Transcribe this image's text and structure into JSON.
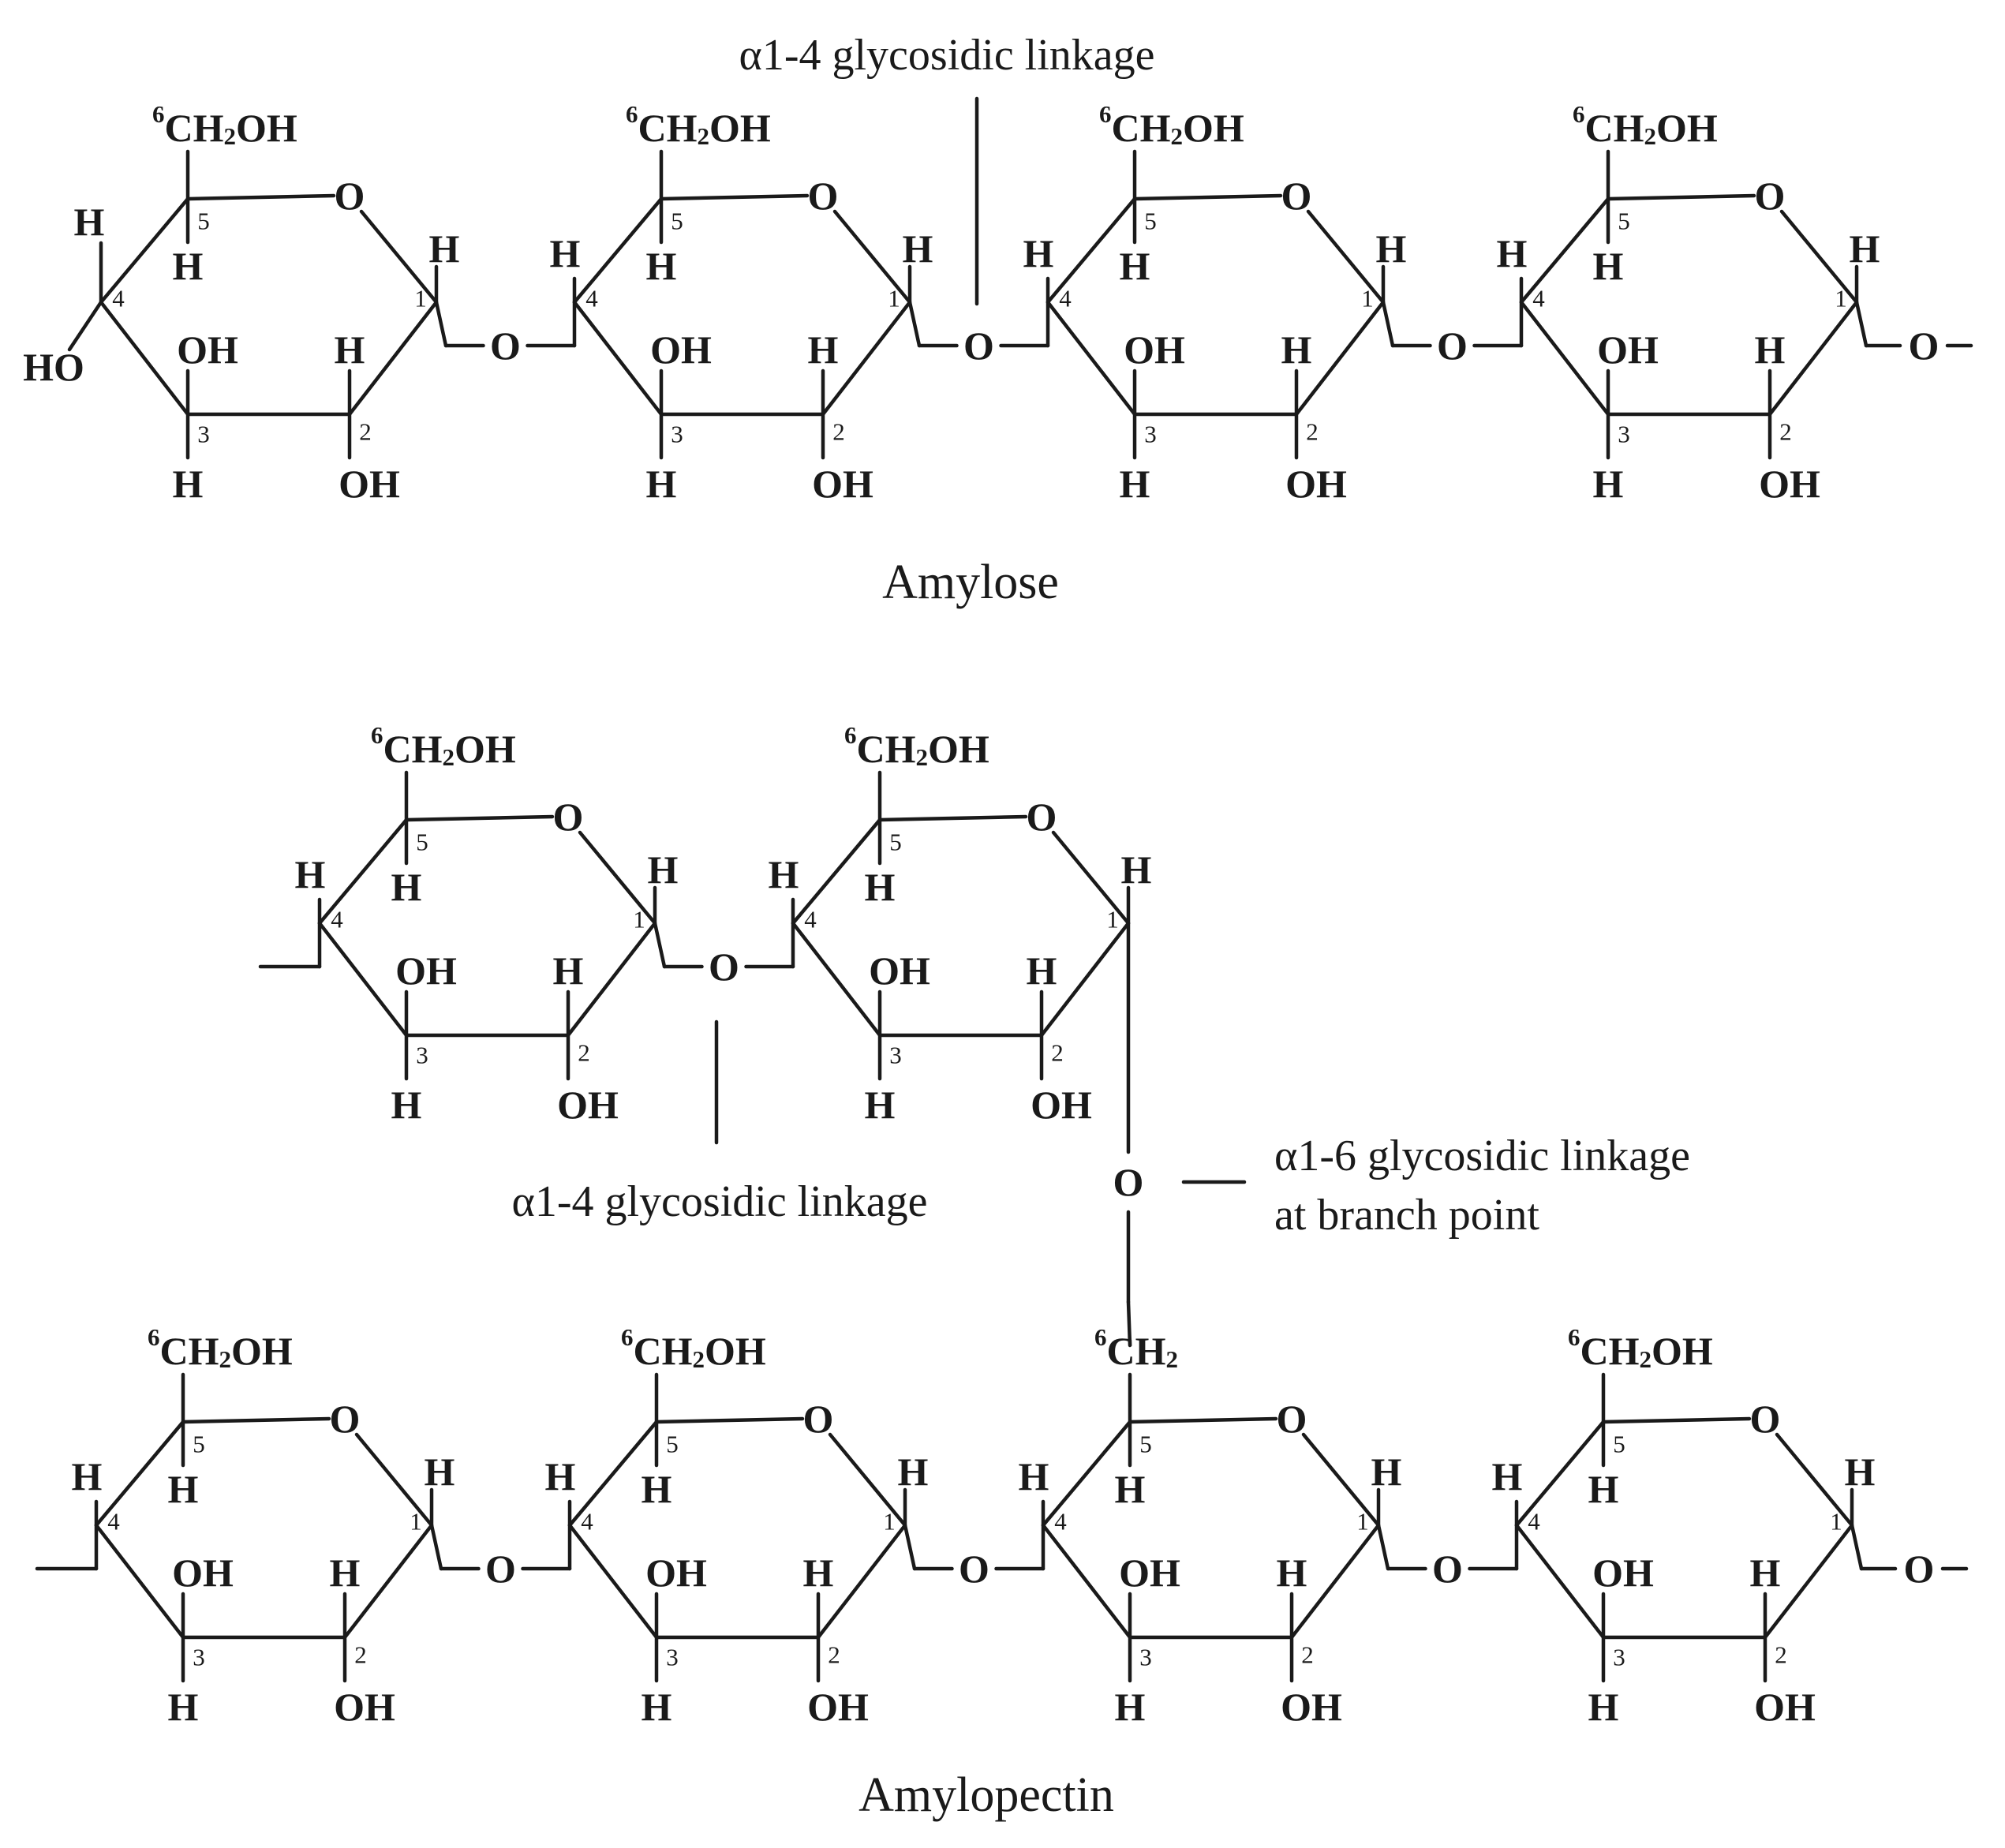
{
  "labels": {
    "amylose_title": "Amylose",
    "amylopectin_title": "Amylopectin",
    "link_a14_top": "α1-4 glycosidic linkage",
    "link_a14_mid": "α1-4 glycosidic linkage",
    "link_a16_line1": "α1-6 glycosidic linkage",
    "link_a16_line2": "at branch point"
  },
  "atoms": {
    "ring_o": "O",
    "link_o": "O",
    "h": "H",
    "oh": "OH",
    "ho": "HO",
    "ch2oh_sup": "6",
    "ch2oh_ch": "CH",
    "ch2oh_sub": "2",
    "ch2oh_oh": "OH",
    "ch2_sup": "6",
    "ch2_ch": "CH",
    "ch2_sub": "2"
  },
  "carbon_numbers": [
    "1",
    "2",
    "3",
    "4",
    "5"
  ]
}
